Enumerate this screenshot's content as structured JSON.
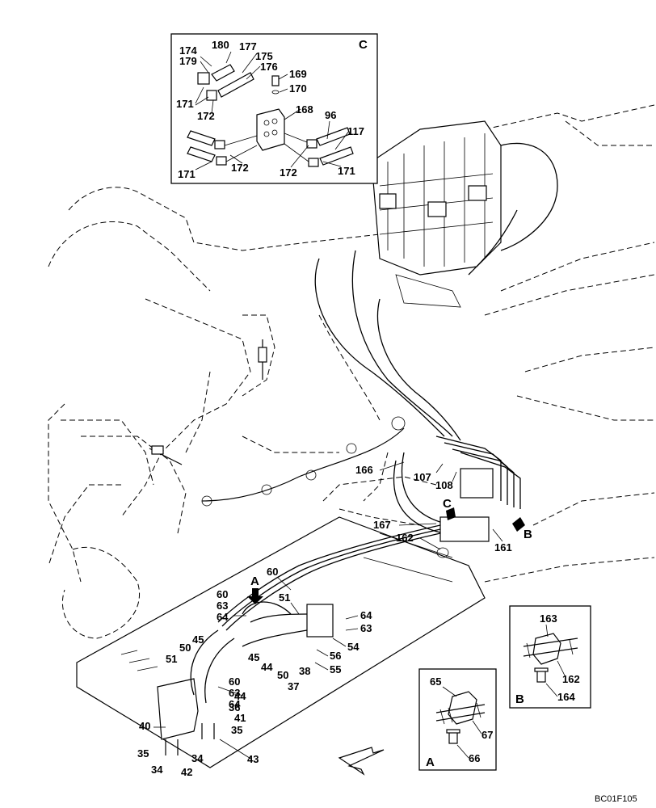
{
  "figure_code": "BC01F105",
  "inset_c": {
    "letter": "C",
    "callouts": [
      "180",
      "174",
      "179",
      "177",
      "175",
      "176",
      "169",
      "170",
      "171",
      "172",
      "168",
      "96",
      "117",
      "171",
      "172",
      "172",
      "171"
    ]
  },
  "inset_a": {
    "letter": "A",
    "callouts": [
      "65",
      "67",
      "66"
    ]
  },
  "inset_b": {
    "letter": "B",
    "callouts": [
      "163",
      "162",
      "164"
    ]
  },
  "main_callouts": [
    "166",
    "107",
    "108",
    "167",
    "162",
    "161",
    "60",
    "60",
    "63",
    "64",
    "51",
    "64",
    "63",
    "45",
    "50",
    "51",
    "45",
    "44",
    "54",
    "56",
    "55",
    "60",
    "63",
    "64",
    "50",
    "37",
    "38",
    "44",
    "36",
    "41",
    "40",
    "35",
    "35",
    "34",
    "42",
    "34",
    "43"
  ],
  "view_arrows": [
    "A",
    "B",
    "C"
  ]
}
